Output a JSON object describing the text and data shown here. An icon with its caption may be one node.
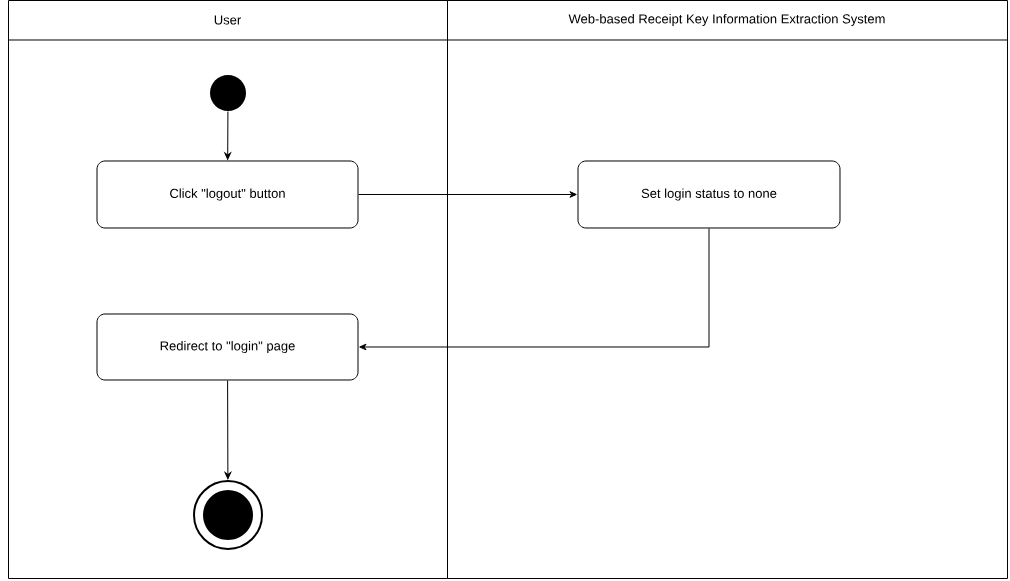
{
  "diagram": {
    "nodes": [
      {
        "text": [
          "User"
        ]
      },
      {
        "text": [
          "Web-based Receipt Key Information Extraction System"
        ]
      },
      {
        "text": [],
        "shape": "circle",
        "in": 0
      },
      {
        "text": [
          "Click \"logout\" button"
        ],
        "in": 0
      },
      {
        "text": [
          "Set login status to none"
        ],
        "in": 1
      },
      {
        "text": [
          "Redirect to \"login\" page"
        ],
        "in": 0
      },
      {
        "text": [],
        "shape": "bullseye",
        "in": 0
      }
    ],
    "edges": [
      {
        "from": 2,
        "to": 3,
        "arrow": "to"
      },
      {
        "from": 3,
        "to": 4,
        "arrow": "to"
      },
      {
        "from": 4,
        "to": 5,
        "arrow": "to"
      },
      {
        "from": 5,
        "to": 6,
        "arrow": "to"
      }
    ]
  }
}
